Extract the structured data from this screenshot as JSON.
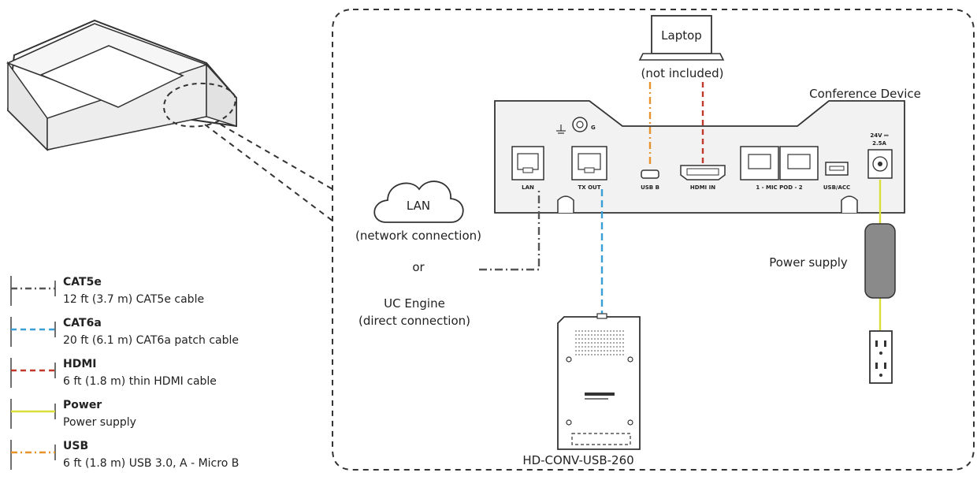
{
  "diagram": {
    "laptop_label": "Laptop",
    "laptop_note": "(not included)",
    "device_title": "Conference Device",
    "ground_label": "G",
    "power_rating_line1": "24V ⎓",
    "power_rating_line2": "2.5A",
    "ports": [
      "LAN",
      "TX OUT",
      "USB B",
      "HDMI IN",
      "1 - MIC POD - 2",
      "USB/ACC"
    ],
    "lan_cloud_label": "LAN",
    "lan_note": "(network connection)",
    "or_label": "or",
    "uc_engine_label": "UC Engine",
    "uc_engine_note": "(direct connection)",
    "power_supply_label": "Power supply",
    "converter_label": "HD-CONV-USB-260"
  },
  "legend": [
    {
      "title": "CAT5e",
      "desc": "12 ft (3.7 m) CAT5e cable",
      "color": "#555555",
      "style": "dash-dot"
    },
    {
      "title": "CAT6a",
      "desc": "20 ft (6.1 m) CAT6a patch cable",
      "color": "#3a9fd6",
      "style": "dashed"
    },
    {
      "title": "HDMI",
      "desc": "6 ft (1.8 m) thin HDMI cable",
      "color": "#c0392b",
      "style": "dashed"
    },
    {
      "title": "Power",
      "desc": "Power supply",
      "color": "#d8de3a",
      "style": "solid"
    },
    {
      "title": "USB",
      "desc": "6 ft (1.8 m) USB 3.0, A - Micro B",
      "color": "#e8922c",
      "style": "dash-dot"
    }
  ],
  "colors": {
    "line": "#333333",
    "device_fill": "#f2f2f2",
    "power_supply_fill": "#8a8a8a"
  }
}
